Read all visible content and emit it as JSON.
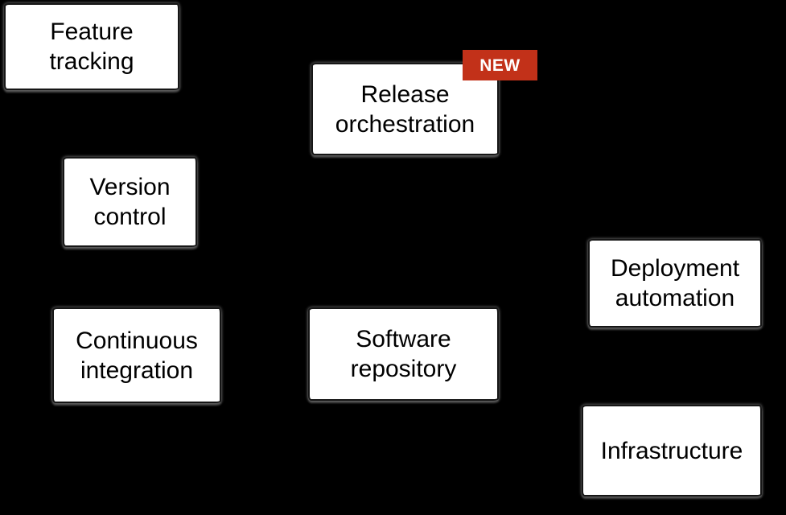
{
  "figure": {
    "background_color": "#000000",
    "box_fill_color": "#ffffff",
    "box_text_color": "#000000"
  },
  "badge": {
    "label": "NEW",
    "background_color": "#c23119",
    "text_color": "#ffffff"
  },
  "boxes": [
    {
      "id": "feature-tracking",
      "label": "Feature tracking"
    },
    {
      "id": "release-orchestration",
      "label": "Release orchestration",
      "badge": "NEW"
    },
    {
      "id": "version-control",
      "label": "Version control"
    },
    {
      "id": "deployment-automation",
      "label": "Deployment automation"
    },
    {
      "id": "continuous-integration",
      "label": "Continuous integration"
    },
    {
      "id": "software-repository",
      "label": "Software repository"
    },
    {
      "id": "infrastructure",
      "label": "Infrastructure"
    }
  ]
}
